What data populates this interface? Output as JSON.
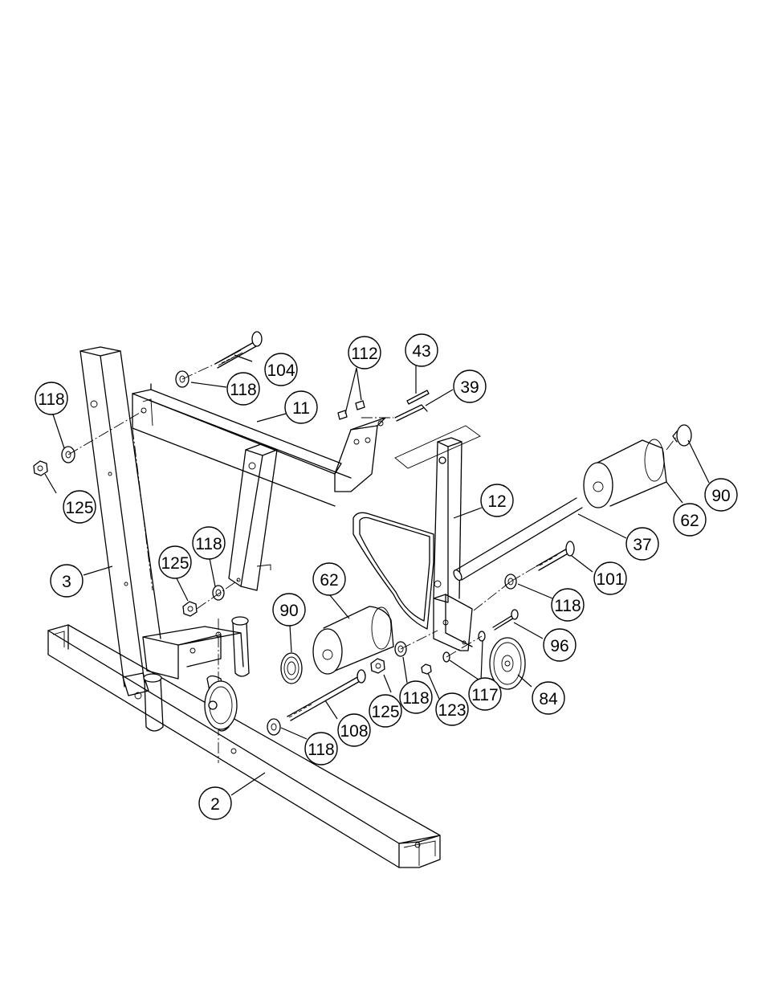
{
  "callouts": [
    {
      "id": "c-104",
      "label": "104"
    },
    {
      "id": "c-118a",
      "label": "118"
    },
    {
      "id": "c-118b",
      "label": "118"
    },
    {
      "id": "c-11",
      "label": "11"
    },
    {
      "id": "c-112",
      "label": "112"
    },
    {
      "id": "c-43",
      "label": "43"
    },
    {
      "id": "c-39",
      "label": "39"
    },
    {
      "id": "c-125a",
      "label": "125"
    },
    {
      "id": "c-118c",
      "label": "118"
    },
    {
      "id": "c-125b",
      "label": "125"
    },
    {
      "id": "c-3",
      "label": "3"
    },
    {
      "id": "c-12",
      "label": "12"
    },
    {
      "id": "c-90a",
      "label": "90"
    },
    {
      "id": "c-62a",
      "label": "62"
    },
    {
      "id": "c-37",
      "label": "37"
    },
    {
      "id": "c-101",
      "label": "101"
    },
    {
      "id": "c-118d",
      "label": "118"
    },
    {
      "id": "c-96",
      "label": "96"
    },
    {
      "id": "c-62b",
      "label": "62"
    },
    {
      "id": "c-90b",
      "label": "90"
    },
    {
      "id": "c-118e",
      "label": "118"
    },
    {
      "id": "c-125c",
      "label": "125"
    },
    {
      "id": "c-123",
      "label": "123"
    },
    {
      "id": "c-117",
      "label": "117"
    },
    {
      "id": "c-84",
      "label": "84"
    },
    {
      "id": "c-108",
      "label": "108"
    },
    {
      "id": "c-118f",
      "label": "118"
    },
    {
      "id": "c-2",
      "label": "2"
    }
  ]
}
